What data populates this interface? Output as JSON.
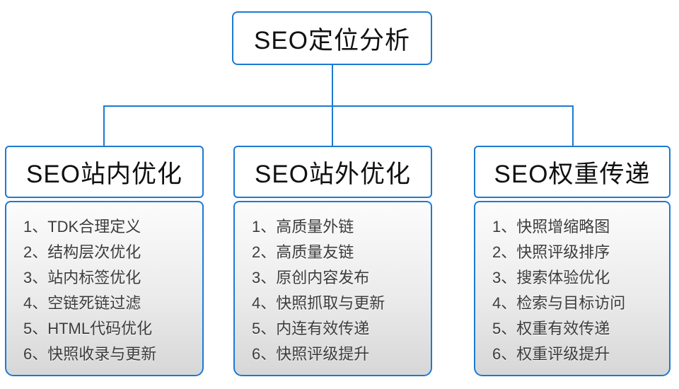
{
  "diagram": {
    "root": {
      "label": "SEO定位分析"
    },
    "branches": [
      {
        "title": "SEO站内优化",
        "items": [
          "1、TDK合理定义",
          "2、结构层次优化",
          "3、站内标签优化",
          "4、空链死链过滤",
          "5、HTML代码优化",
          "6、快照收录与更新"
        ]
      },
      {
        "title": "SEO站外优化",
        "items": [
          "1、高质量外链",
          "2、高质量友链",
          "3、原创内容发布",
          "4、快照抓取与更新",
          "5、内连有效传递",
          "6、快照评级提升"
        ]
      },
      {
        "title": "SEO权重传递",
        "items": [
          "1、快照增缩略图",
          "2、快照评级排序",
          "3、搜索体验优化",
          "4、检索与目标访问",
          "5、权重有效传递",
          "6、权重评级提升"
        ]
      }
    ],
    "colors": {
      "accent": "#1d7ad2",
      "title_text": "#111111",
      "list_text": "#3c3c3c",
      "list_bg_top": "#fcfcfc",
      "list_bg_bottom": "#d7d7d7"
    }
  }
}
